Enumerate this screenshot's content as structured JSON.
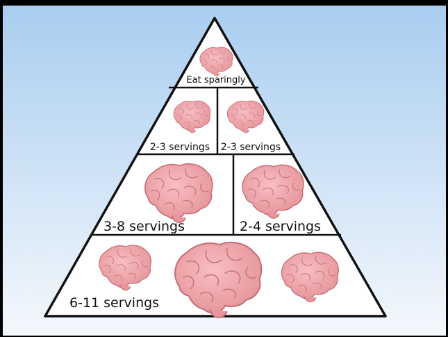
{
  "pyramid": {
    "top": {
      "label": "Eat sparingly"
    },
    "row2": {
      "left_label": "2-3 servings",
      "right_label": "2-3 servings"
    },
    "row3": {
      "left_label": "3-8 servings",
      "right_label": "2-4 servings"
    },
    "base": {
      "label": "6-11 servings"
    }
  },
  "colors": {
    "sky_top": "#a9cdf0",
    "sky_bottom": "#f4f8fc",
    "pyramid_fill": "#ffffff",
    "outline": "#111111",
    "brain": "#f0a2a6",
    "brain_shade": "#d57c82"
  },
  "icons": [
    "brain-icon"
  ]
}
